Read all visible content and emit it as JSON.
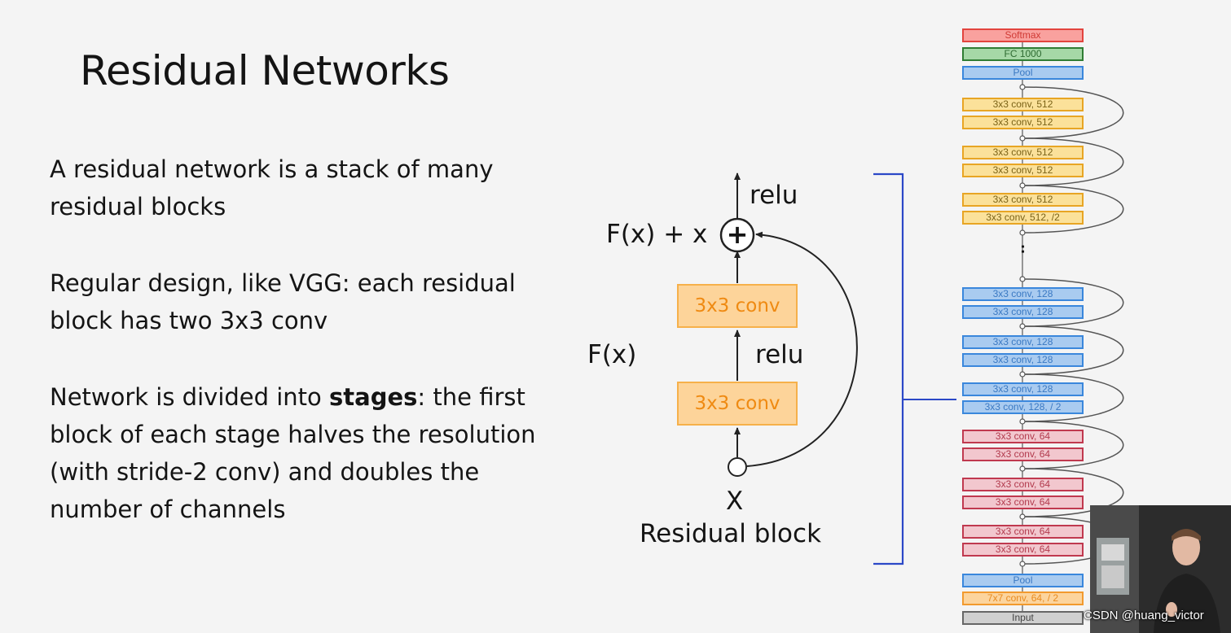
{
  "slide": {
    "title": "Residual Networks",
    "bullets": {
      "b1": "A residual network is a stack of many residual blocks",
      "b2": "Regular design, like VGG: each residual block has two 3x3 conv",
      "b3_pre": "Network is divided into ",
      "b3_bold": "stages",
      "b3_post": ": the first block of each stage halves the resolution (with stride-2 conv) and doubles the number of channels"
    }
  },
  "residual_block": {
    "top_relu": "relu",
    "sum_label": "F(x) + x",
    "plus_symbol": "+",
    "conv_top": "3x3 conv",
    "fx_label": "F(x)",
    "mid_relu": "relu",
    "conv_bottom": "3x3 conv",
    "x_label": "X",
    "caption": "Residual block"
  },
  "network": {
    "softmax": "Softmax",
    "fc": "FC 1000",
    "pool_top": "Pool",
    "s512": [
      "3x3 conv, 512",
      "3x3 conv, 512",
      "3x3 conv, 512",
      "3x3 conv, 512",
      "3x3 conv, 512",
      "3x3 conv, 512, /2"
    ],
    "ellipsis": "..",
    "s128": [
      "3x3 conv, 128",
      "3x3 conv, 128",
      "3x3 conv, 128",
      "3x3 conv, 128",
      "3x3 conv, 128",
      "3x3 conv, 128, / 2"
    ],
    "s64": [
      "3x3 conv, 64",
      "3x3 conv, 64",
      "3x3 conv, 64",
      "3x3 conv, 64",
      "3x3 conv, 64",
      "3x3 conv, 64"
    ],
    "pool_bottom": "Pool",
    "conv7": "7x7 conv, 64, / 2",
    "input": "Input"
  },
  "watermark": "CSDN @huang_victor",
  "colors": {
    "softmax": "#e2443e",
    "fc": "#2f7d33",
    "pool": "#3a87dc",
    "conv512": "#e8a524",
    "conv128": "#3a87dc",
    "conv64": "#c0394f",
    "conv7": "#f29a2e",
    "input": "#666666",
    "bracket": "#2b48c7"
  }
}
